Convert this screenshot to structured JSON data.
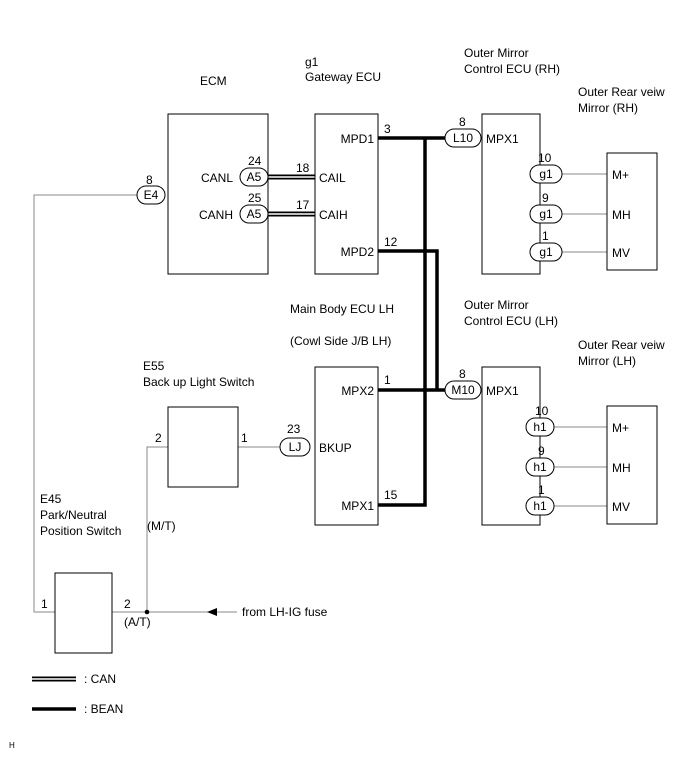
{
  "components": {
    "ecm": "ECM",
    "gateway_id": "g1",
    "gateway_name": "Gateway ECU",
    "mirror_ecu_rh_line1": "Outer Mirror",
    "mirror_ecu_rh_line2": "Control ECU (RH)",
    "mirror_rh_line1": "Outer Rear veiw",
    "mirror_rh_line2": "Mirror (RH)",
    "main_body_line1": "Main Body ECU LH",
    "main_body_line2": "(Cowl Side J/B LH)",
    "mirror_ecu_lh_line1": "Outer Mirror",
    "mirror_ecu_lh_line2": "Control ECU (LH)",
    "mirror_lh_line1": "Outer Rear veiw",
    "mirror_lh_line2": "Mirror (LH)",
    "backup_id": "E55",
    "backup_name": "Back up Light Switch",
    "pnp_id": "E45",
    "pnp_line1": "Park/Neutral",
    "pnp_line2": "Position  Switch"
  },
  "terminals": {
    "ecm_canl": "CANL",
    "ecm_canh": "CANH",
    "gw_mpd1": "MPD1",
    "gw_cail": "CAIL",
    "gw_caih": "CAIH",
    "gw_mpd2": "MPD2",
    "rh_mpx1": "MPX1",
    "rh_mplus": "M+",
    "rh_mh": "MH",
    "rh_mv": "MV",
    "mb_mpx2": "MPX2",
    "mb_bkup": "BKUP",
    "mb_mpx1": "MPX1",
    "lh_mpx1": "MPX1",
    "lh_mplus": "M+",
    "lh_mh": "MH",
    "lh_mv": "MV"
  },
  "connectors": {
    "e4": "E4",
    "a5_top": "A5",
    "a5_bottom": "A5",
    "l10": "L10",
    "g1_a": "g1",
    "g1_b": "g1",
    "g1_c": "g1",
    "m10": "M10",
    "h1_a": "h1",
    "h1_b": "h1",
    "h1_c": "h1",
    "lj": "LJ"
  },
  "pins": {
    "e4": "8",
    "a5_top": "24",
    "a5_bottom": "25",
    "cail": "18",
    "caih": "17",
    "mpd1": "3",
    "mpd2": "12",
    "l10": "8",
    "g1_a": "10",
    "g1_b": "9",
    "g1_c": "1",
    "mpx2": "1",
    "mpx1": "15",
    "m10": "8",
    "h1_a": "10",
    "h1_b": "9",
    "h1_c": "1",
    "lj": "23",
    "backup_left": "2",
    "backup_right": "1",
    "pnp_left": "1",
    "pnp_right": "2"
  },
  "notes": {
    "mt": "(M/T)",
    "at": "(A/T)",
    "fuse": "from LH-IG fuse"
  },
  "legend": {
    "can": ": CAN",
    "bean": ": BEAN"
  },
  "corner_mark": "H"
}
